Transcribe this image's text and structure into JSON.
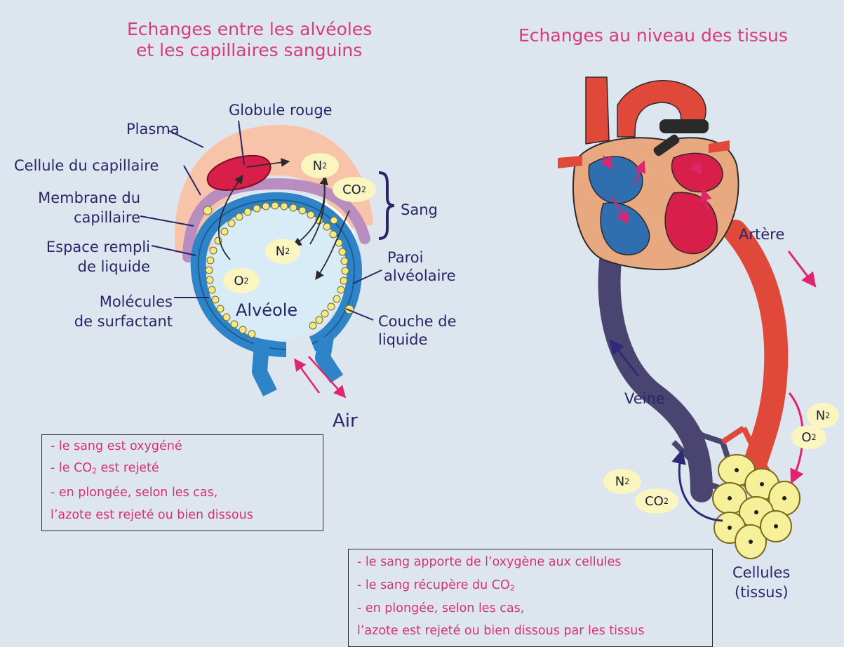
{
  "left": {
    "title_line1": "Echanges entre les alvéoles",
    "title_line2": "et les capillaires sanguins",
    "labels": {
      "globule_rouge": "Globule rouge",
      "plasma": "Plasma",
      "cellule_capillaire": "Cellule du capillaire",
      "membrane_line1": "Membrane du",
      "membrane_line2": "capillaire",
      "espace_line1": "Espace rempli",
      "espace_line2": "de liquide",
      "molecules_line1": "Molécules",
      "molecules_line2": "de surfactant",
      "alveole": "Alvéole",
      "sang": "Sang",
      "paroi_line1": "Paroi",
      "paroi_line2": "alvéolaire",
      "couche_line1": "Couche de",
      "couche_line2": "liquide",
      "air": "Air"
    },
    "gases": {
      "n2": "N",
      "co2": "CO",
      "o2": "O",
      "sub2": "2"
    },
    "box": {
      "line1": "- le sang est oxygéné",
      "line2_pre": "- le CO",
      "line2_sub": "2",
      "line2_post": " est rejeté",
      "line3": "- en plongée, selon les cas,",
      "line4": "l’azote est rejeté ou bien dissous"
    }
  },
  "right": {
    "title": "Echanges au niveau des tissus",
    "labels": {
      "artere": "Artère",
      "veine": "Veine",
      "cellules_line1": "Cellules",
      "cellules_line2": "(tissus)"
    },
    "box": {
      "line1": "- le sang apporte de l’oxygène aux cellules",
      "line2_pre": "- le sang récupère du CO",
      "line2_sub": "2",
      "line3": "- en plongée, selon les cas,",
      "line4": "l’azote est rejeté ou bien dissous par les tissus"
    }
  },
  "colors": {
    "title": "#d63b7a",
    "label": "#2a2566",
    "box_text": "#d4336f",
    "background": "#dde6ee",
    "artery": "#e0483a",
    "vein": "#4a4470",
    "alveolar_wall": "#2f84c8",
    "plasma": "#f7c4aa",
    "red_cell": "#d81f4a",
    "gas_bubble": "#fbf6bf"
  }
}
